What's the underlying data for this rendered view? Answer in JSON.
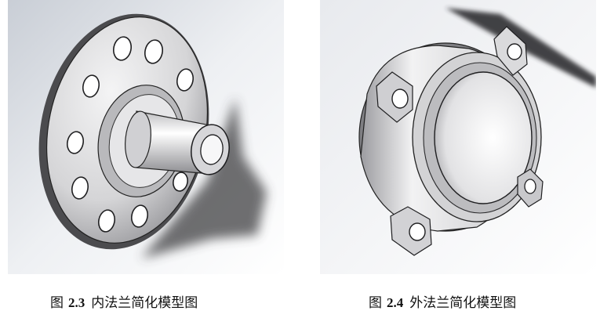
{
  "figures": [
    {
      "prefix": "图",
      "number": "2.3",
      "title": "内法兰简化模型图"
    },
    {
      "prefix": "图",
      "number": "2.4",
      "title": "外法兰简化模型图"
    }
  ],
  "colors": {
    "background": "#ffffff",
    "model_fill": "#d8d8da",
    "model_dark": "#5a5a5c",
    "shadow": "#3a3a3c"
  }
}
